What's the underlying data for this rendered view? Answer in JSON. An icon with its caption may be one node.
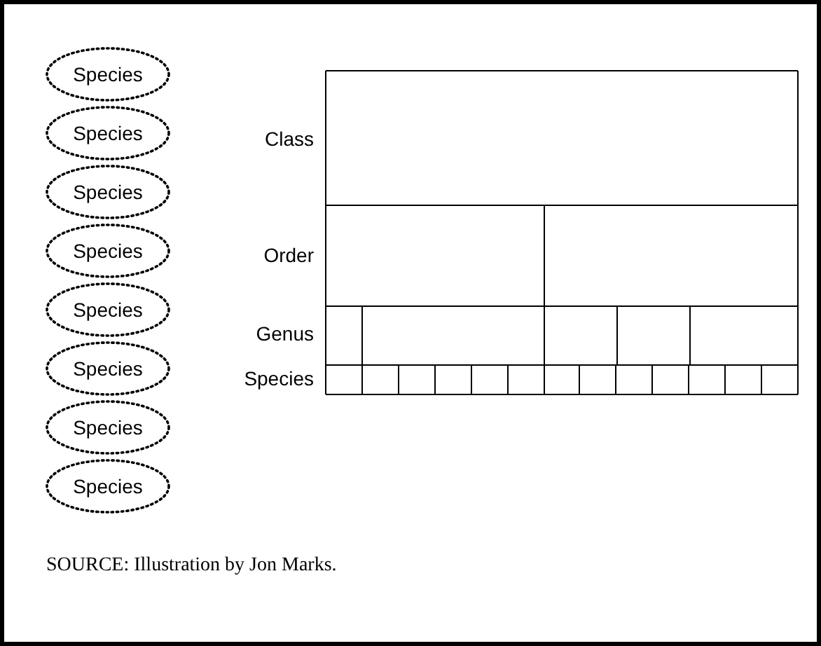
{
  "diagram": {
    "caption": "SOURCE: Illustration by Jon Marks.",
    "nodes": [
      {
        "text": [
          "Species"
        ]
      },
      {
        "text": [
          "Species"
        ]
      },
      {
        "text": [
          "Species"
        ]
      },
      {
        "text": [
          "Species"
        ]
      },
      {
        "text": [
          "Species"
        ]
      },
      {
        "text": [
          "Species"
        ]
      },
      {
        "text": [
          "Species"
        ]
      },
      {
        "text": [
          "Species"
        ]
      }
    ],
    "labels": [
      "Class",
      "Order",
      "Genus",
      "Species"
    ]
  }
}
